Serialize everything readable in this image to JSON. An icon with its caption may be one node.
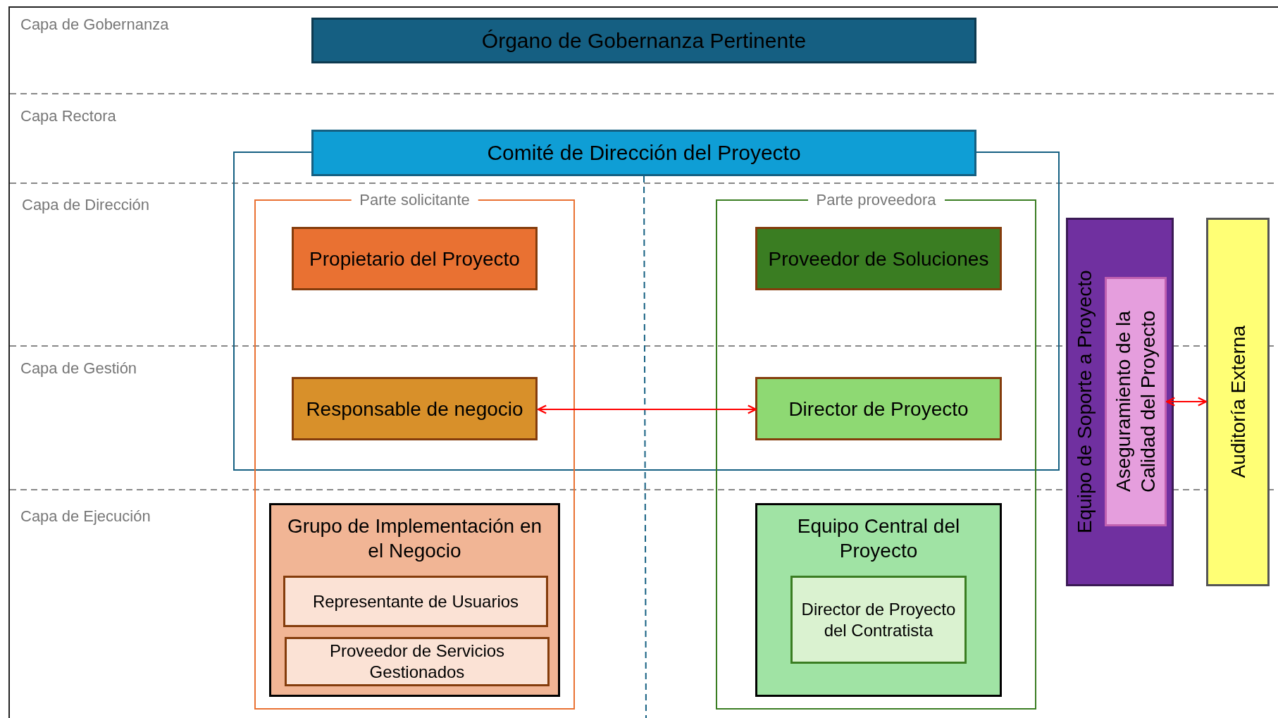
{
  "diagram": {
    "nodes": [
      {
        "text": [
          "Órgano de Gobernanza Pertinente"
        ]
      },
      {
        "text": [
          "Comité de Dirección del Proyecto"
        ]
      },
      {
        "text": [
          "Parte solicitante"
        ]
      },
      {
        "text": [
          "Propietario del Proyecto"
        ],
        "in": 2
      },
      {
        "text": [
          "Responsable de negocio"
        ],
        "in": 2
      },
      {
        "text": [
          "Grupo de Implementación en el Negocio"
        ],
        "in": 2
      },
      {
        "text": [
          "Representante de Usuarios"
        ],
        "in": 5
      },
      {
        "text": [
          "Proveedor de Servicios Gestionados"
        ],
        "in": 5
      },
      {
        "text": [
          "Parte proveedora"
        ]
      },
      {
        "text": [
          "Proveedor de Soluciones"
        ],
        "in": 8
      },
      {
        "text": [
          "Director de Proyecto"
        ],
        "in": 8
      },
      {
        "text": [
          "Equipo Central del Proyecto"
        ],
        "in": 8
      },
      {
        "text": [
          "Director de Proyecto del Contratista"
        ],
        "in": 11
      },
      {
        "text": [
          "Equipo de Soporte a Proyecto"
        ]
      },
      {
        "text": [
          "Aseguramiento de la Calidad del Proyecto"
        ],
        "in": 13
      },
      {
        "text": [
          "Auditoría Externa"
        ]
      }
    ],
    "edges": [
      {
        "from": 4,
        "to": 10,
        "arrow": "both"
      },
      {
        "from": 14,
        "to": 15,
        "arrow": "both"
      }
    ],
    "labels": [
      "Capa de Gobernanza",
      "Capa Rectora",
      "Capa de Dirección",
      "Capa de Gestión",
      "Capa de Ejecución"
    ]
  }
}
